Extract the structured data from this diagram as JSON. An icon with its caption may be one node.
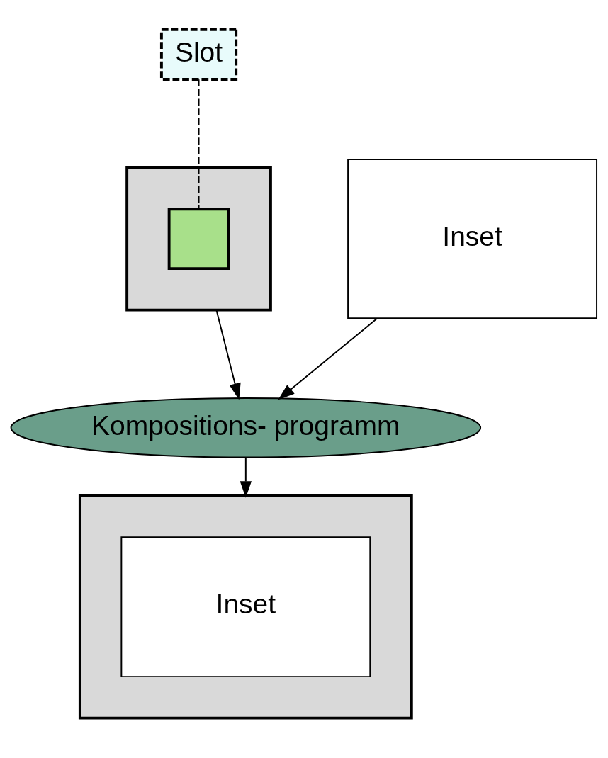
{
  "diagram": {
    "nodes": [
      {
        "text": [
          "Slot"
        ]
      },
      {
        "text": [],
        "shape": "box"
      },
      {
        "text": [],
        "shape": "box",
        "in": 1
      },
      {
        "text": [
          "Inset"
        ]
      },
      {
        "text": [
          "Kompositions- programm"
        ]
      },
      {
        "text": [],
        "shape": "box"
      },
      {
        "text": [
          "Inset"
        ],
        "in": 5
      }
    ],
    "edges": [
      {
        "from": 0,
        "to": 2,
        "arrow": "none",
        "style": "dashed"
      },
      {
        "from": 1,
        "to": 4,
        "arrow": "to"
      },
      {
        "from": 3,
        "to": 4,
        "arrow": "to"
      },
      {
        "from": 4,
        "to": 5,
        "arrow": "to"
      }
    ]
  }
}
